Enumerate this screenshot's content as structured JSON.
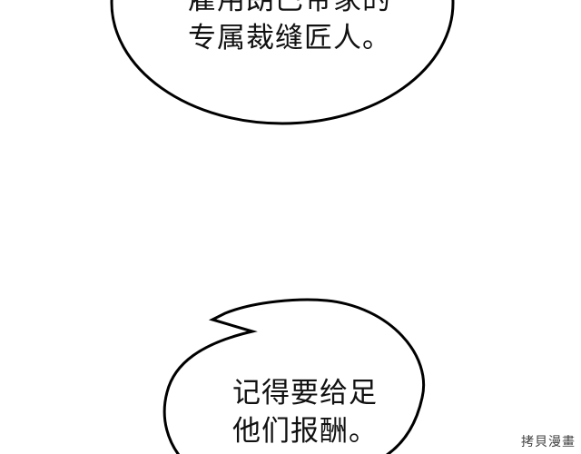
{
  "panel": {
    "background_color": "#ffffff",
    "outline_color": "#000000",
    "text_color": "#111111"
  },
  "bubble_top": {
    "lines": [
      "雇用朗巴帝家的",
      "专属裁缝匠人。"
    ]
  },
  "bubble_bottom": {
    "lines": [
      "记得要给足",
      "他们报酬。"
    ]
  },
  "watermark": {
    "text": "拷貝漫畫"
  }
}
